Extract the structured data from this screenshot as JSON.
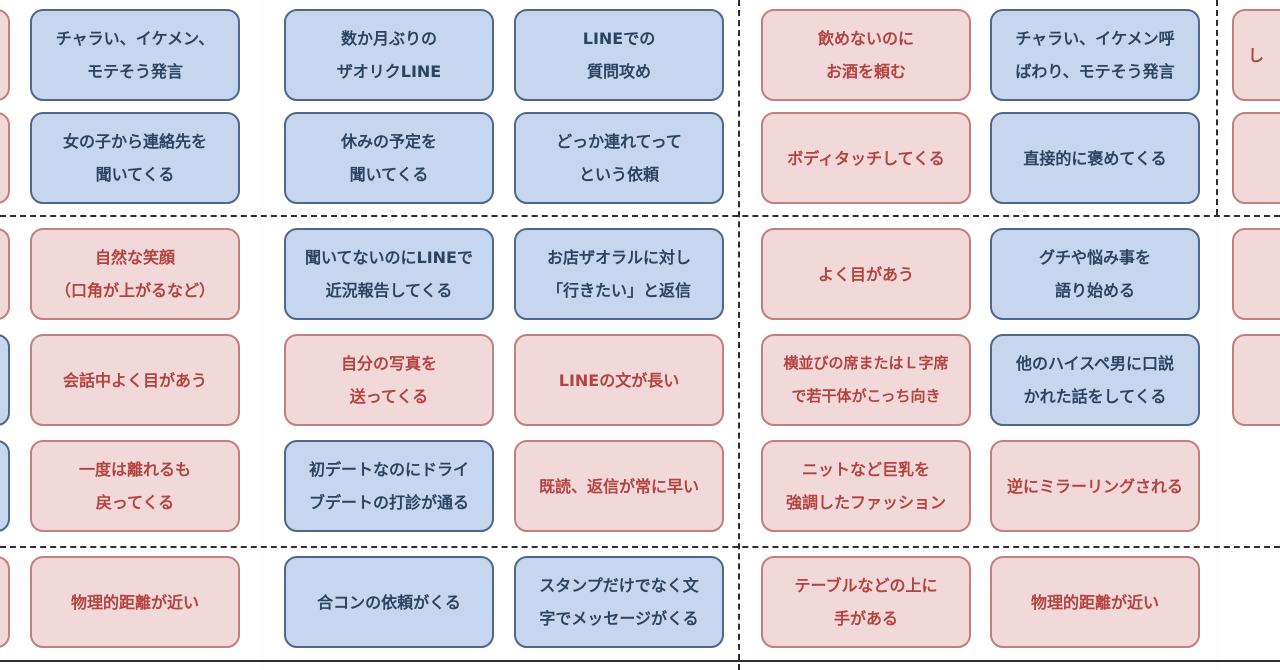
{
  "colors": {
    "blue_fill": "#c6d6ef",
    "blue_border": "#4d6888",
    "blue_text": "#2b4461",
    "red_fill": "#f2d9d9",
    "red_border": "#c27f7f",
    "red_text": "#b4433f"
  },
  "cards": [
    {
      "id": "c1",
      "text": "チャラい、イケメン、\nモテそう発言",
      "color": "blue"
    },
    {
      "id": "c2",
      "text": "数か月ぶりの\nザオリクLINE",
      "color": "blue"
    },
    {
      "id": "c3",
      "text": "LINEでの\n質問攻め",
      "color": "blue"
    },
    {
      "id": "c4",
      "text": "飲めないのに\nお酒を頼む",
      "color": "red"
    },
    {
      "id": "c5",
      "text": "チャラい、イケメン呼\nばわり、モテそう発言",
      "color": "blue"
    },
    {
      "id": "c6",
      "text": "し",
      "color": "red"
    },
    {
      "id": "c7",
      "text": "女の子から連絡先を\n聞いてくる",
      "color": "blue"
    },
    {
      "id": "c8",
      "text": "休みの予定を\n聞いてくる",
      "color": "blue"
    },
    {
      "id": "c9",
      "text": "どっか連れてって\nという依頼",
      "color": "blue"
    },
    {
      "id": "c10",
      "text": "ボディタッチしてくる",
      "color": "red"
    },
    {
      "id": "c11",
      "text": "直接的に褒めてくる",
      "color": "blue"
    },
    {
      "id": "c12",
      "text": "自然な笑顔\n（口角が上がるなど）",
      "color": "red"
    },
    {
      "id": "c13",
      "text": "聞いてないのにLINEで\n近況報告してくる",
      "color": "blue"
    },
    {
      "id": "c14",
      "text": "お店ザオラルに対し\n「行きたい」と返信",
      "color": "blue"
    },
    {
      "id": "c15",
      "text": "よく目があう",
      "color": "red"
    },
    {
      "id": "c16",
      "text": "グチや悩み事を\n語り始める",
      "color": "blue"
    },
    {
      "id": "c17",
      "text": "会話中よく目があう",
      "color": "red"
    },
    {
      "id": "c18",
      "text": "自分の写真を\n送ってくる",
      "color": "red"
    },
    {
      "id": "c19",
      "text": "LINEの文が長い",
      "color": "red"
    },
    {
      "id": "c20",
      "text": "横並びの席またはＬ字席\nで若干体がこっち向き",
      "color": "red"
    },
    {
      "id": "c21",
      "text": "他のハイスペ男に口説\nかれた話をしてくる",
      "color": "blue"
    },
    {
      "id": "c22",
      "text": "一度は離れるも\n戻ってくる",
      "color": "red"
    },
    {
      "id": "c23",
      "text": "初デートなのにドライ\nブデートの打診が通る",
      "color": "blue"
    },
    {
      "id": "c24",
      "text": "既読、返信が常に早い",
      "color": "red"
    },
    {
      "id": "c25",
      "text": "ニットなど巨乳を\n強調したファッション",
      "color": "red"
    },
    {
      "id": "c26",
      "text": "逆にミラーリングされる",
      "color": "red"
    },
    {
      "id": "c27",
      "text": "物理的距離が近い",
      "color": "red"
    },
    {
      "id": "c28",
      "text": "合コンの依頼がくる",
      "color": "blue"
    },
    {
      "id": "c29",
      "text": "スタンプだけでなく文\n字でメッセージがくる",
      "color": "blue"
    },
    {
      "id": "c30",
      "text": "テーブルなどの上に\n手がある",
      "color": "red"
    },
    {
      "id": "c31",
      "text": "物理的距離が近い",
      "color": "red"
    }
  ]
}
